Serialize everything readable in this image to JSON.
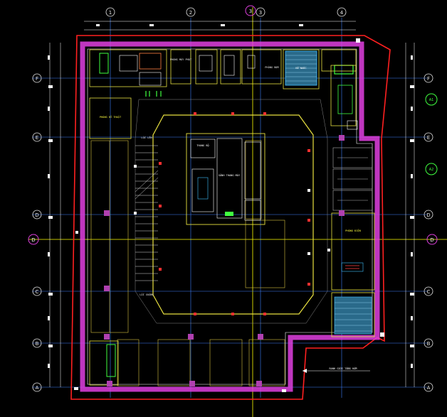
{
  "drawing": {
    "grid_columns": [
      "1",
      "2",
      "3",
      "4"
    ],
    "grid_rows": [
      "F",
      "E",
      "D",
      "C",
      "B",
      "A"
    ],
    "axis_markers": {
      "column_axis": "3",
      "row_axis": "D"
    },
    "room_labels": {
      "generator_room": "PHÒNG MÁY PHÁT",
      "ramp_up": "LỐI LÊN",
      "ramp_down": "LỐI XUỐNG",
      "core_stair": "THANG BỘ",
      "lift_lobby": "SẢNH THANG MÁY",
      "pump_room": "PHÒNG BƠM",
      "electrical_room": "PHÒNG ĐIỆN",
      "water_tank": "BỂ NƯỚC",
      "technical_room": "PHÒNG KỸ THUẬT",
      "basement_boundary": "RANH GIỚI TẦNG HẦM"
    },
    "section_tags": [
      "A1",
      "A2"
    ],
    "colors": {
      "background": "#000000",
      "outer_boundary": "#ff2020",
      "walls": "#e040e0",
      "grid": "#3f7fff",
      "axis": "#ffff00",
      "dimensions": "#ffffff",
      "parking": "#d8c040",
      "ramp": "#d8d8d8",
      "hatch": "#40c0ff",
      "structure": "#ff3030",
      "equipment": "#40ff40"
    }
  }
}
